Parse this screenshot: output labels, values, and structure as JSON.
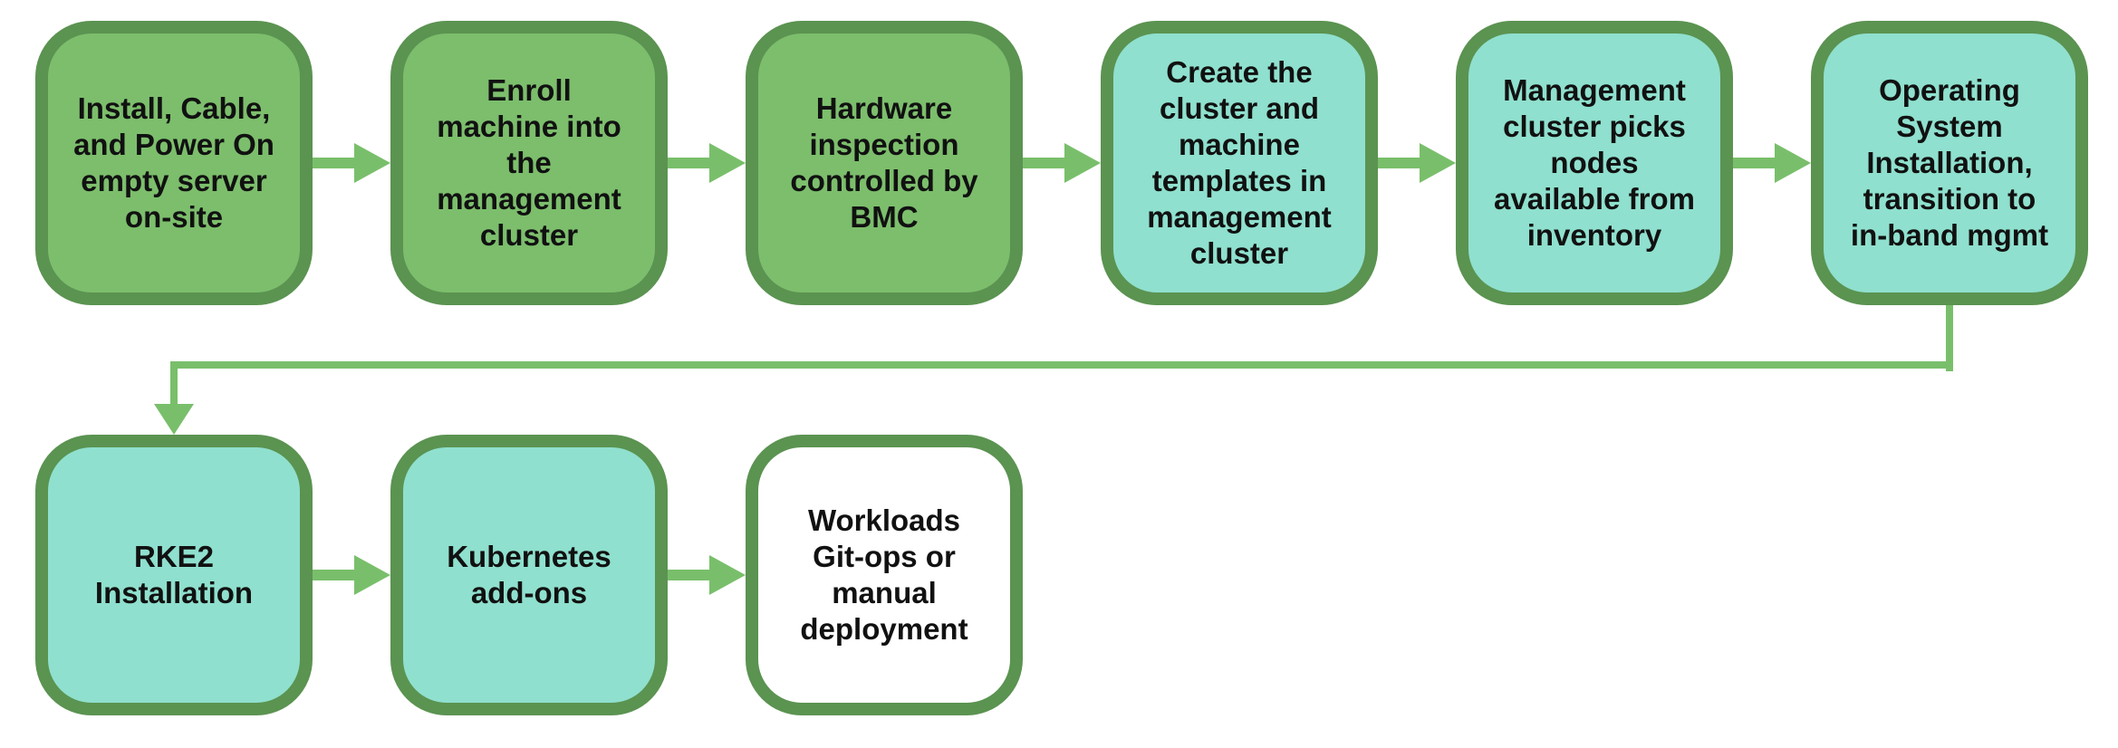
{
  "diagram": {
    "type": "flowchart",
    "colors": {
      "green_fill": "#7cbe6c",
      "teal_fill": "#8fe0ce",
      "white_fill": "#ffffff",
      "border": "#5b9351",
      "arrow": "#79bf6b",
      "text": "#111111",
      "background": "#ffffff"
    },
    "nodes": [
      {
        "id": "install-cable-power",
        "label": "Install, Cable,\nand Power On\nempty server\non-site",
        "fill": "green"
      },
      {
        "id": "enroll-machine",
        "label": "Enroll\nmachine into\nthe\nmanagement\ncluster",
        "fill": "green"
      },
      {
        "id": "hardware-inspection",
        "label": "Hardware\ninspection\ncontrolled by\nBMC",
        "fill": "green"
      },
      {
        "id": "create-templates",
        "label": "Create the\ncluster and\nmachine\ntemplates in\nmanagement\ncluster",
        "fill": "teal"
      },
      {
        "id": "cluster-picks-nodes",
        "label": "Management\ncluster picks\nnodes\navailable from\ninventory",
        "fill": "teal"
      },
      {
        "id": "os-installation",
        "label": "Operating\nSystem\nInstallation,\ntransition to\nin-band mgmt",
        "fill": "teal"
      },
      {
        "id": "rke2-installation",
        "label": "RKE2\nInstallation",
        "fill": "teal"
      },
      {
        "id": "kubernetes-addons",
        "label": "Kubernetes\nadd-ons",
        "fill": "teal"
      },
      {
        "id": "workloads-deployment",
        "label": "Workloads\nGit-ops or\nmanual\ndeployment",
        "fill": "white"
      }
    ],
    "edges": [
      {
        "from": "install-cable-power",
        "to": "enroll-machine"
      },
      {
        "from": "enroll-machine",
        "to": "hardware-inspection"
      },
      {
        "from": "hardware-inspection",
        "to": "create-templates"
      },
      {
        "from": "create-templates",
        "to": "cluster-picks-nodes"
      },
      {
        "from": "cluster-picks-nodes",
        "to": "os-installation"
      },
      {
        "from": "os-installation",
        "to": "rke2-installation",
        "shape": "elbow-down-left-down"
      },
      {
        "from": "rke2-installation",
        "to": "kubernetes-addons"
      },
      {
        "from": "kubernetes-addons",
        "to": "workloads-deployment"
      }
    ]
  }
}
